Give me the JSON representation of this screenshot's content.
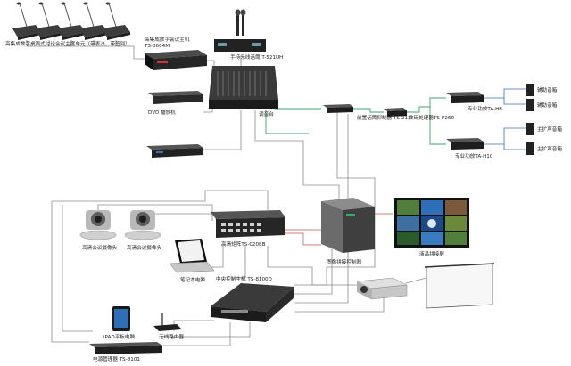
{
  "labels": {
    "conference_units": "高集成数字桌面式讨论会议主席单元（带表决、带签到）",
    "digital_host": "高集成数字会议主机",
    "digital_host_model": "TS-0604M",
    "wireless_mic": "手持无线话筒 T-521UH",
    "mixer": "调音台",
    "dvd": "DVD 播放机",
    "feedback_suppressor": "前置话筒抑制器 TS-211",
    "audio_processor": "数码处理器TS-P260",
    "amp_top": "专业功放TA-H8",
    "amp_bottom": "专业功放TA-H10",
    "speaker_aux_1": "辅助音箱",
    "speaker_aux_2": "辅助音箱",
    "speaker_main_1": "主扩声音箱",
    "speaker_main_2": "主扩声音箱",
    "camera_1": "高清会议摄像头",
    "camera_2": "高清会议摄像头",
    "matrix": "高清矩阵TS-0208B",
    "splicer": "图像拼接控制器",
    "video_wall": "液晶拼接屏",
    "laptop": "笔记本电脑",
    "central_control": "中央控制主机 TS-8100D",
    "ipad": "iPAD平板电脑",
    "router": "无线路由器",
    "power_manager": "电源管理器 TS-8101"
  },
  "colors": {
    "wire_gray": "#8a8a8a",
    "wire_green": "#3aa76d",
    "wire_blue": "#3c6fb4",
    "wire_red": "#c0504d",
    "device_dark": "#2b2b2b",
    "screen_blue": "#2f6fb8"
  }
}
